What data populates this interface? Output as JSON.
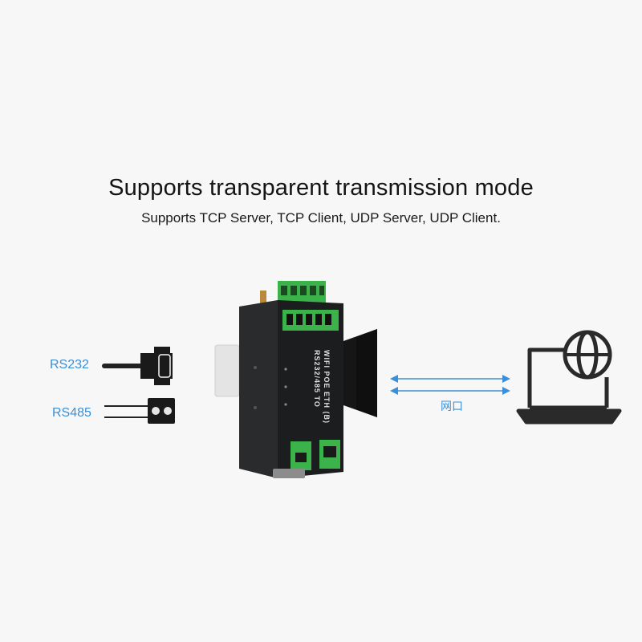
{
  "header": {
    "title": "Supports transparent transmission mode",
    "subtitle": "Supports TCP Server, TCP Client, UDP Server, UDP Client."
  },
  "interfaces": {
    "rs232_label": "RS232",
    "rs485_label": "RS485",
    "network_label": "网口"
  },
  "device": {
    "model_line1": "RS232/485 TO",
    "model_line2": "WIFI POE ETH (B)"
  },
  "colors": {
    "accent_blue": "#3a8fd6",
    "device_body": "#1c1d1f",
    "terminal_green": "#3bb34a"
  }
}
